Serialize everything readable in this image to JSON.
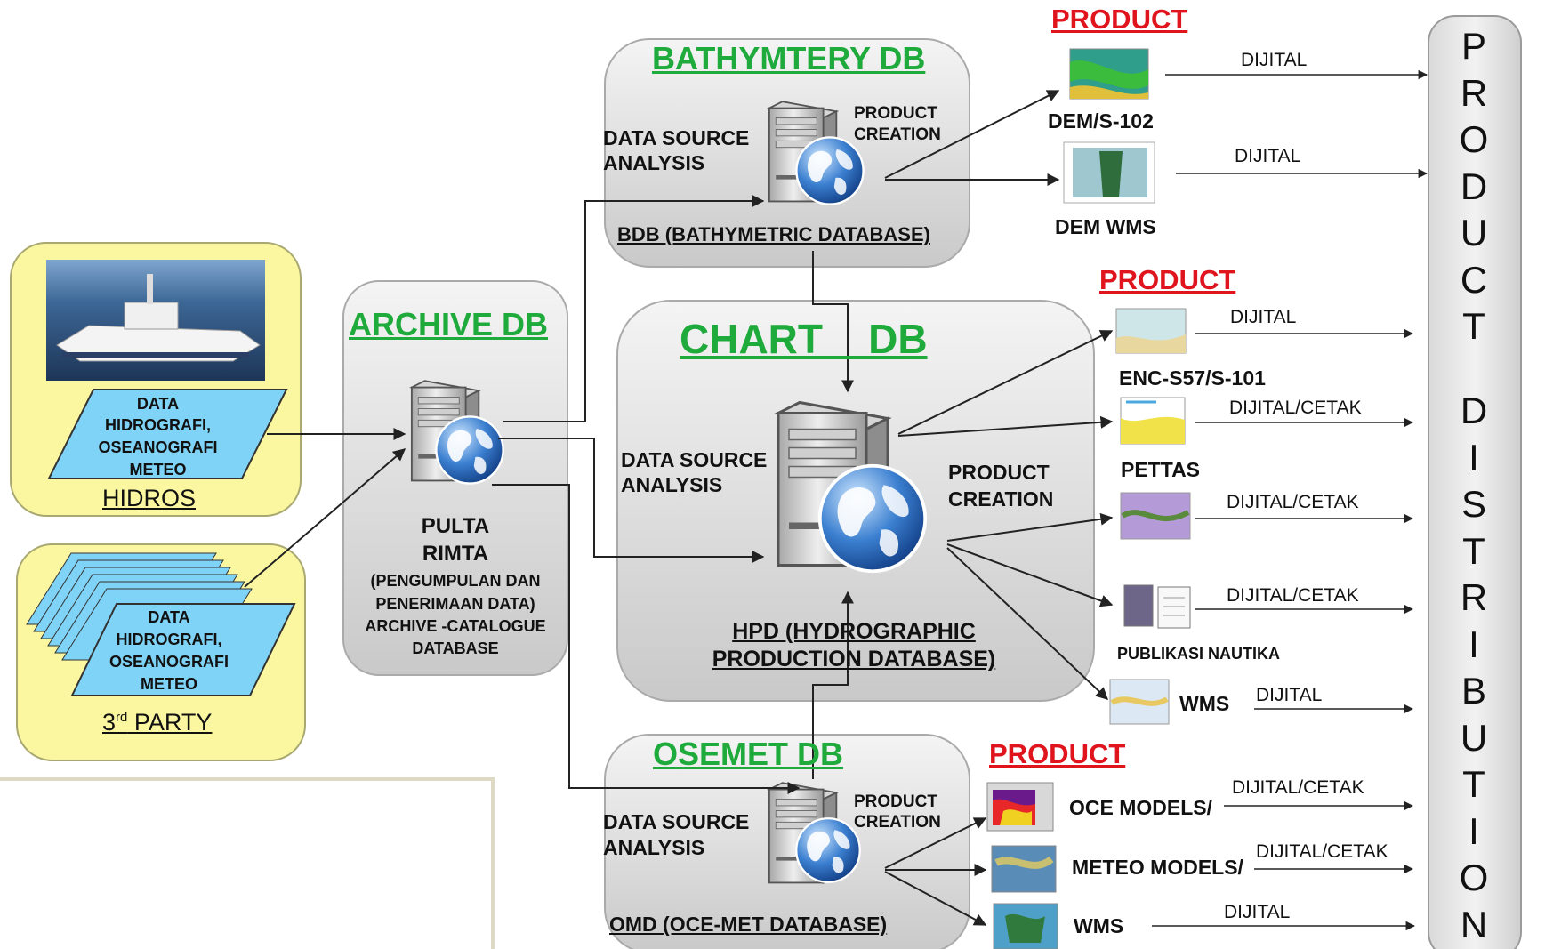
{
  "databases": {
    "archive": {
      "title": "ARCHIVE  DB",
      "line1": "PULTA",
      "line2": "RIMTA",
      "line3": "(PENGUMPULAN  DAN",
      "line4": "PENERIMAAN  DATA)",
      "line5": "ARCHIVE  -CATALOGUE",
      "line6": "DATABASE"
    },
    "bathymetry": {
      "title": "BATHYMTERY DB",
      "analysis_1": "DATA SOURCE",
      "analysis_2": "ANALYSIS",
      "creation_1": "PRODUCT",
      "creation_2": "CREATION",
      "footer": "BDB (BATHYMETRIC DATABASE)"
    },
    "chart": {
      "title": "CHART    DB",
      "analysis_1": "DATA SOURCE",
      "analysis_2": "ANALYSIS",
      "creation_1": "PRODUCT",
      "creation_2": "CREATION",
      "footer_1": "HPD (HYDROGRAPHIC",
      "footer_2": "PRODUCTION DATABASE)"
    },
    "osemet": {
      "title": "OSEMET DB",
      "analysis_1": "DATA SOURCE",
      "analysis_2": "ANALYSIS",
      "creation_1": "PRODUCT",
      "creation_2": "CREATION",
      "footer": "OMD (OCE-MET  DATABASE)"
    }
  },
  "sources": {
    "hidros": {
      "data_1": "DATA",
      "data_2": "HIDROGRAFI,",
      "data_3": "OSEANOGRAFI",
      "data_4": "METEO",
      "label": "HIDROS"
    },
    "third_party": {
      "data_1": "DATA",
      "data_2": "HIDROGRAFI,",
      "data_3": "OSEANOGRAFI",
      "data_4": "METEO",
      "label_prefix": "3",
      "label_sup": "rd",
      "label_suffix": " PARTY"
    }
  },
  "product_heading": "PRODUCT",
  "products": {
    "bathymetry": [
      {
        "name": "DEM/S-102",
        "channel": "DIJITAL"
      },
      {
        "name": "DEM WMS",
        "channel": "DIJITAL"
      }
    ],
    "chart": [
      {
        "name": "ENC-S57/S-101",
        "channel": "DIJITAL"
      },
      {
        "name": "PETTAS",
        "channel": "DIJITAL/CETAK"
      },
      {
        "name": "",
        "channel": "DIJITAL/CETAK"
      },
      {
        "name": "PUBLIKASI  NAUTIKA",
        "channel": "DIJITAL/CETAK"
      },
      {
        "name": "WMS",
        "channel": "DIJITAL"
      }
    ],
    "osemet": [
      {
        "name": "OCE MODELS/",
        "channel": "DIJITAL/CETAK"
      },
      {
        "name": "METEO MODELS/",
        "channel": "DIJITAL/CETAK"
      },
      {
        "name": "WMS",
        "channel": "DIJITAL"
      }
    ]
  },
  "distribution": {
    "letters": [
      "P",
      "R",
      "O",
      "D",
      "U",
      "C",
      "T",
      " ",
      "D",
      "I",
      "S",
      "T",
      "R",
      "I",
      "B",
      "U",
      "T",
      "I",
      "O",
      "N"
    ]
  },
  "colors": {
    "title_green": "#1faa3c",
    "product_red": "#e0141c",
    "source_box_fill": "#fbf7a0",
    "data_parallelogram": "#7fd3f7"
  }
}
